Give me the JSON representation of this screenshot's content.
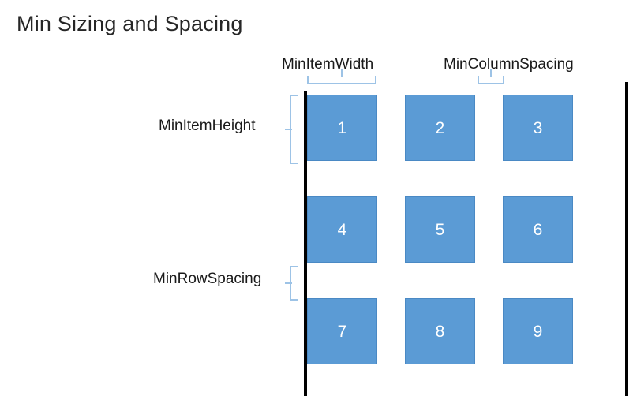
{
  "slide": {
    "title": "Min Sizing and Spacing",
    "background_color": "#ffffff",
    "title_color": "#262626"
  },
  "annotations": {
    "min_item_width": "MinItemWidth",
    "min_column_spacing": "MinColumnSpacing",
    "min_item_height": "MinItemHeight",
    "min_row_spacing": "MinRowSpacing",
    "bracket_color": "#9DC3E6",
    "rail_color": "#000000"
  },
  "grid": {
    "item_fill": "#5B9BD5",
    "item_text_color": "#ffffff",
    "columns": 3,
    "rows": 3,
    "items": [
      {
        "label": "1"
      },
      {
        "label": "2"
      },
      {
        "label": "3"
      },
      {
        "label": "4"
      },
      {
        "label": "5"
      },
      {
        "label": "6"
      },
      {
        "label": "7"
      },
      {
        "label": "8"
      },
      {
        "label": "9"
      }
    ]
  }
}
